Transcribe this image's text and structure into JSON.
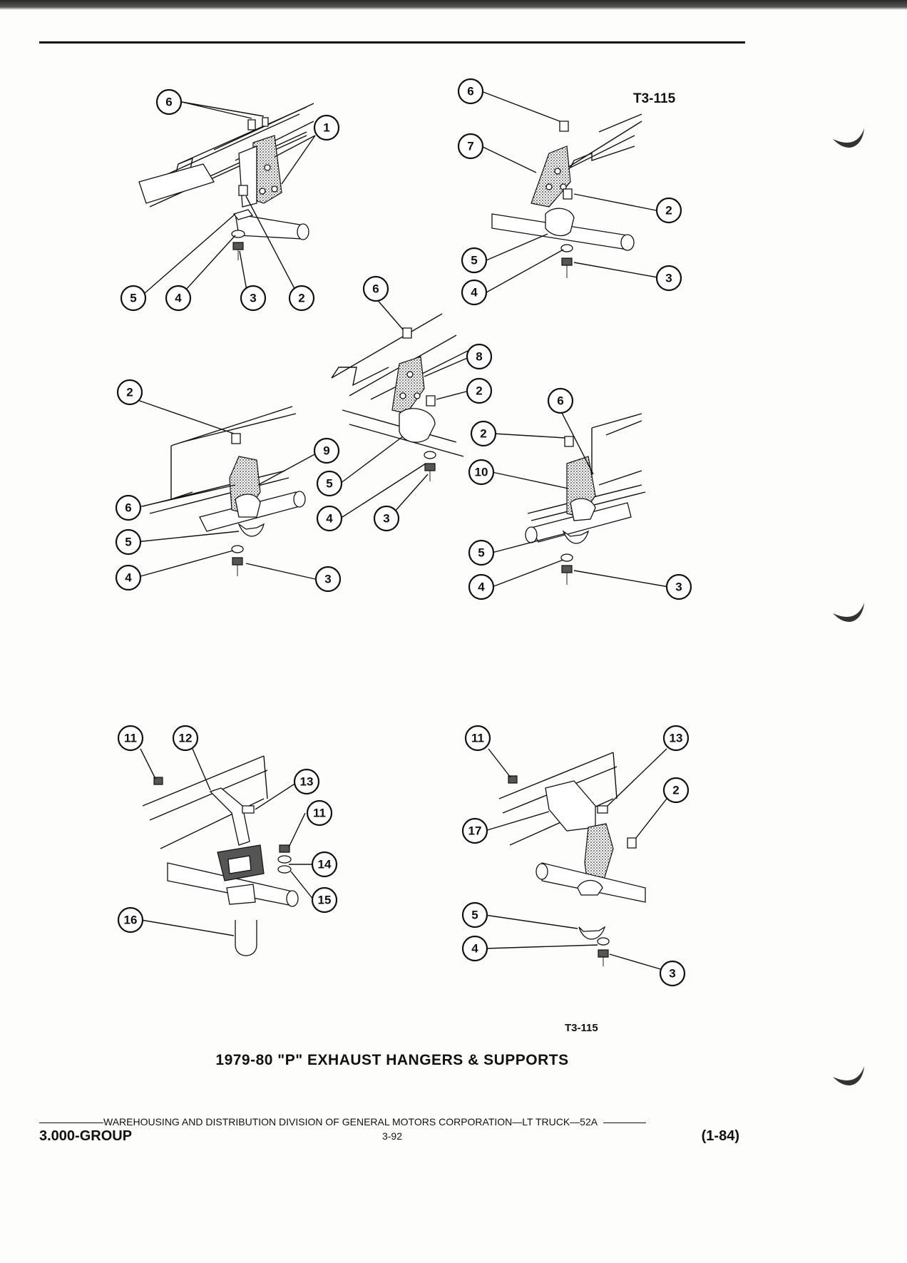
{
  "figure_id_top": "T3-115",
  "figure_id_bottom": "T3-115",
  "caption": "1979-80 \"P\" EXHAUST HANGERS & SUPPORTS",
  "footer": {
    "division_line": "WAREHOUSING AND DISTRIBUTION  DIVISION OF GENERAL MOTORS CORPORATION—LT TRUCK—52A",
    "group": "3.000-GROUP",
    "page": "3-92",
    "date_code": "(1-84)"
  },
  "callouts": [
    "1",
    "2",
    "3",
    "4",
    "5",
    "6",
    "7",
    "8",
    "9",
    "10",
    "11",
    "12",
    "13",
    "14",
    "15",
    "16",
    "17"
  ]
}
